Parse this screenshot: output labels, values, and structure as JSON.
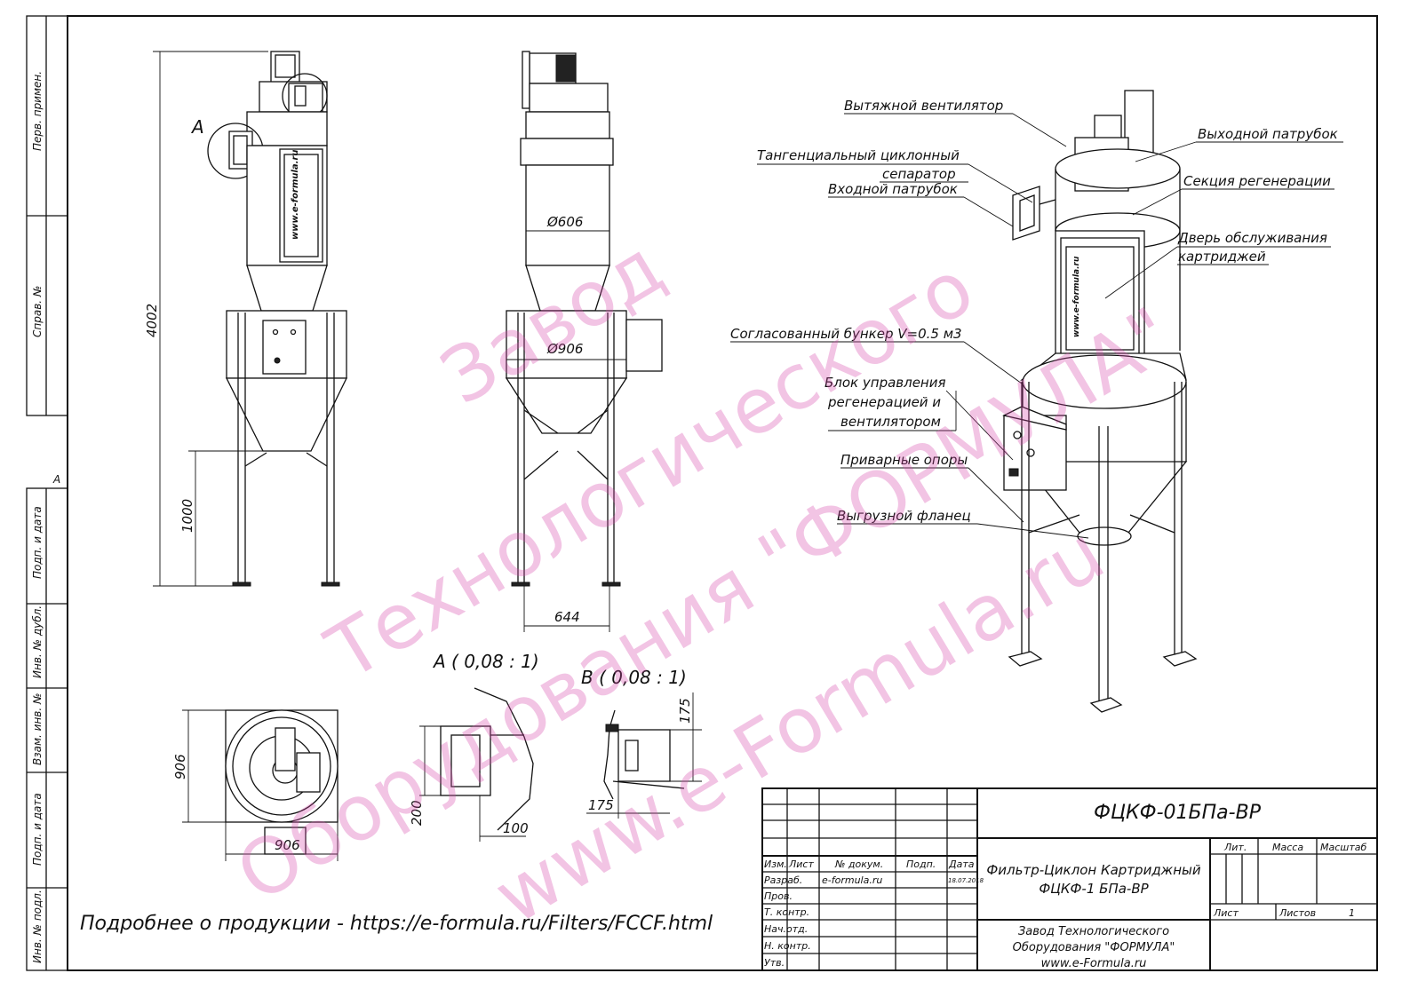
{
  "margin_labels": {
    "perv_primen": "Перв. примен.",
    "sprav_no": "Справ. №",
    "letter_a": "A",
    "podp_i_data_1": "Подп. и дата",
    "inv_no_dubl": "Инв. № дубл.",
    "vzam_inv_no": "Взам. инв. №",
    "podp_i_data_2": "Подп. и дата",
    "inv_no_podl": "Инв. № подл."
  },
  "front_view": {
    "detail_label": "A",
    "dim_height": "4002",
    "dim_legs": "1000",
    "door_text": "www.e-formula.ru"
  },
  "side_view": {
    "dim_d606": "Ø606",
    "dim_d906": "Ø906",
    "dim_width": "644"
  },
  "top_view": {
    "dim_vertical": "906",
    "dim_horizontal": "906"
  },
  "detail_a": {
    "title": "A ( 0,08 : 1)",
    "dim_200": "200",
    "dim_100": "100"
  },
  "detail_b": {
    "title": "B ( 0,08 : 1)",
    "dim_175_v": "175",
    "dim_175_h": "175"
  },
  "callouts": {
    "exhaust_fan": "Вытяжной вентилятор",
    "outlet_pipe": "Выходной патрубок",
    "tangential_1": "Тангенциальный циклонный",
    "tangential_2": "сепаратор",
    "inlet_pipe": "Входной патрубок",
    "regeneration": "Секция регенерации",
    "door_1": "Дверь обслуживания",
    "door_2": "картриджей",
    "bunker": "Согласованный бункер V=0.5 м3",
    "control_1": "Блок управления",
    "control_2": "регенерацией и",
    "control_3": "вентилятором",
    "supports": "Приварные опоры",
    "flange": "Выгрузной фланец",
    "iso_door_text": "www.e-formula.ru"
  },
  "title_block": {
    "designation": "ФЦКФ-01БПа-ВР",
    "name_1": "Фильтр-Циклон Картриджный",
    "name_2": "ФЦКФ-1 БПа-ВР",
    "org_1": "Завод Технологического",
    "org_2": "Оборудования \"ФОРМУЛА\"",
    "org_3": "www.e-Formula.ru",
    "hdr_izm": "Изм.",
    "hdr_list": "Лист",
    "hdr_dokum": "№ докум.",
    "hdr_podp": "Подп.",
    "hdr_data": "Дата",
    "row_razrab": "Разраб.",
    "razrab_name": "e-formula.ru",
    "razrab_date": "18.07.2018",
    "row_prov": "Пров.",
    "row_tkontr": "Т. контр.",
    "row_nachotd": "Нач.отд.",
    "row_nkontr": "Н. контр.",
    "row_utv": "Утв.",
    "lit": "Лит.",
    "massa": "Масса",
    "masshtab": "Масштаб",
    "list": "Лист",
    "listov": "Листов",
    "listov_value": "1"
  },
  "watermark": {
    "line_1": "Завод",
    "line_2": "Технологического",
    "line_3": "Оборудования \"ФОРМУЛА\"",
    "line_4": "www.e-Formula.ru"
  },
  "footer": {
    "more_info": "Подробнее о продукции - https://e-formula.ru/Filters/FCCF.html"
  }
}
